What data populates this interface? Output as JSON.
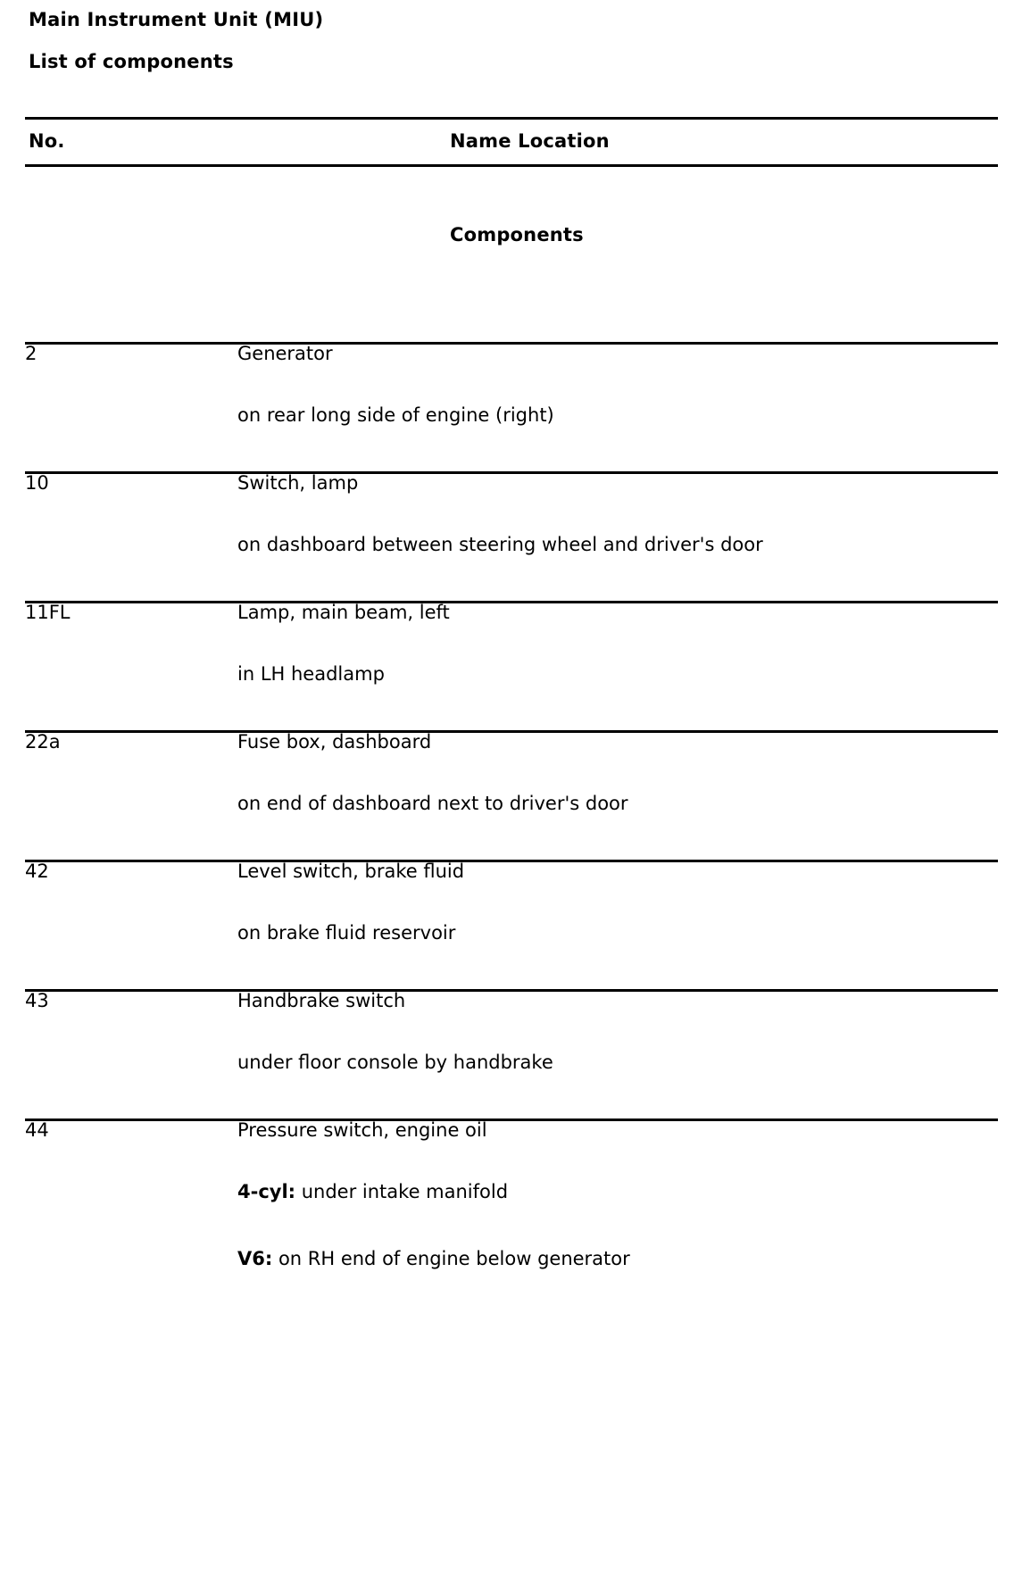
{
  "document": {
    "title": "Main Instrument Unit (MIU)",
    "subtitle": "List of components"
  },
  "table": {
    "headers": {
      "no": "No.",
      "name_location": "Name Location"
    },
    "section_label": "Components",
    "rows": [
      {
        "no": "2",
        "name": "Generator",
        "locations": [
          {
            "prefix": "",
            "text": "on rear long side of engine (right)"
          }
        ]
      },
      {
        "no": "10",
        "name": "Switch, lamp",
        "locations": [
          {
            "prefix": "",
            "text": "on dashboard between steering wheel and driver's door"
          }
        ]
      },
      {
        "no": "11FL",
        "name": "Lamp, main beam, left",
        "locations": [
          {
            "prefix": "",
            "text": "in LH headlamp"
          }
        ]
      },
      {
        "no": "22a",
        "name": "Fuse box, dashboard",
        "locations": [
          {
            "prefix": "",
            "text": "on end of dashboard next to driver's door"
          }
        ]
      },
      {
        "no": "42",
        "name": "Level switch, brake fluid",
        "locations": [
          {
            "prefix": "",
            "text": "on brake fluid reservoir"
          }
        ]
      },
      {
        "no": "43",
        "name": "Handbrake switch",
        "locations": [
          {
            "prefix": "",
            "text": "under floor console by handbrake"
          }
        ]
      },
      {
        "no": "44",
        "name": "Pressure switch, engine oil",
        "locations": [
          {
            "prefix": "4-cyl:",
            "text": " under intake manifold"
          },
          {
            "prefix": "V6:",
            "text": " on RH end of engine below generator"
          }
        ]
      }
    ]
  }
}
